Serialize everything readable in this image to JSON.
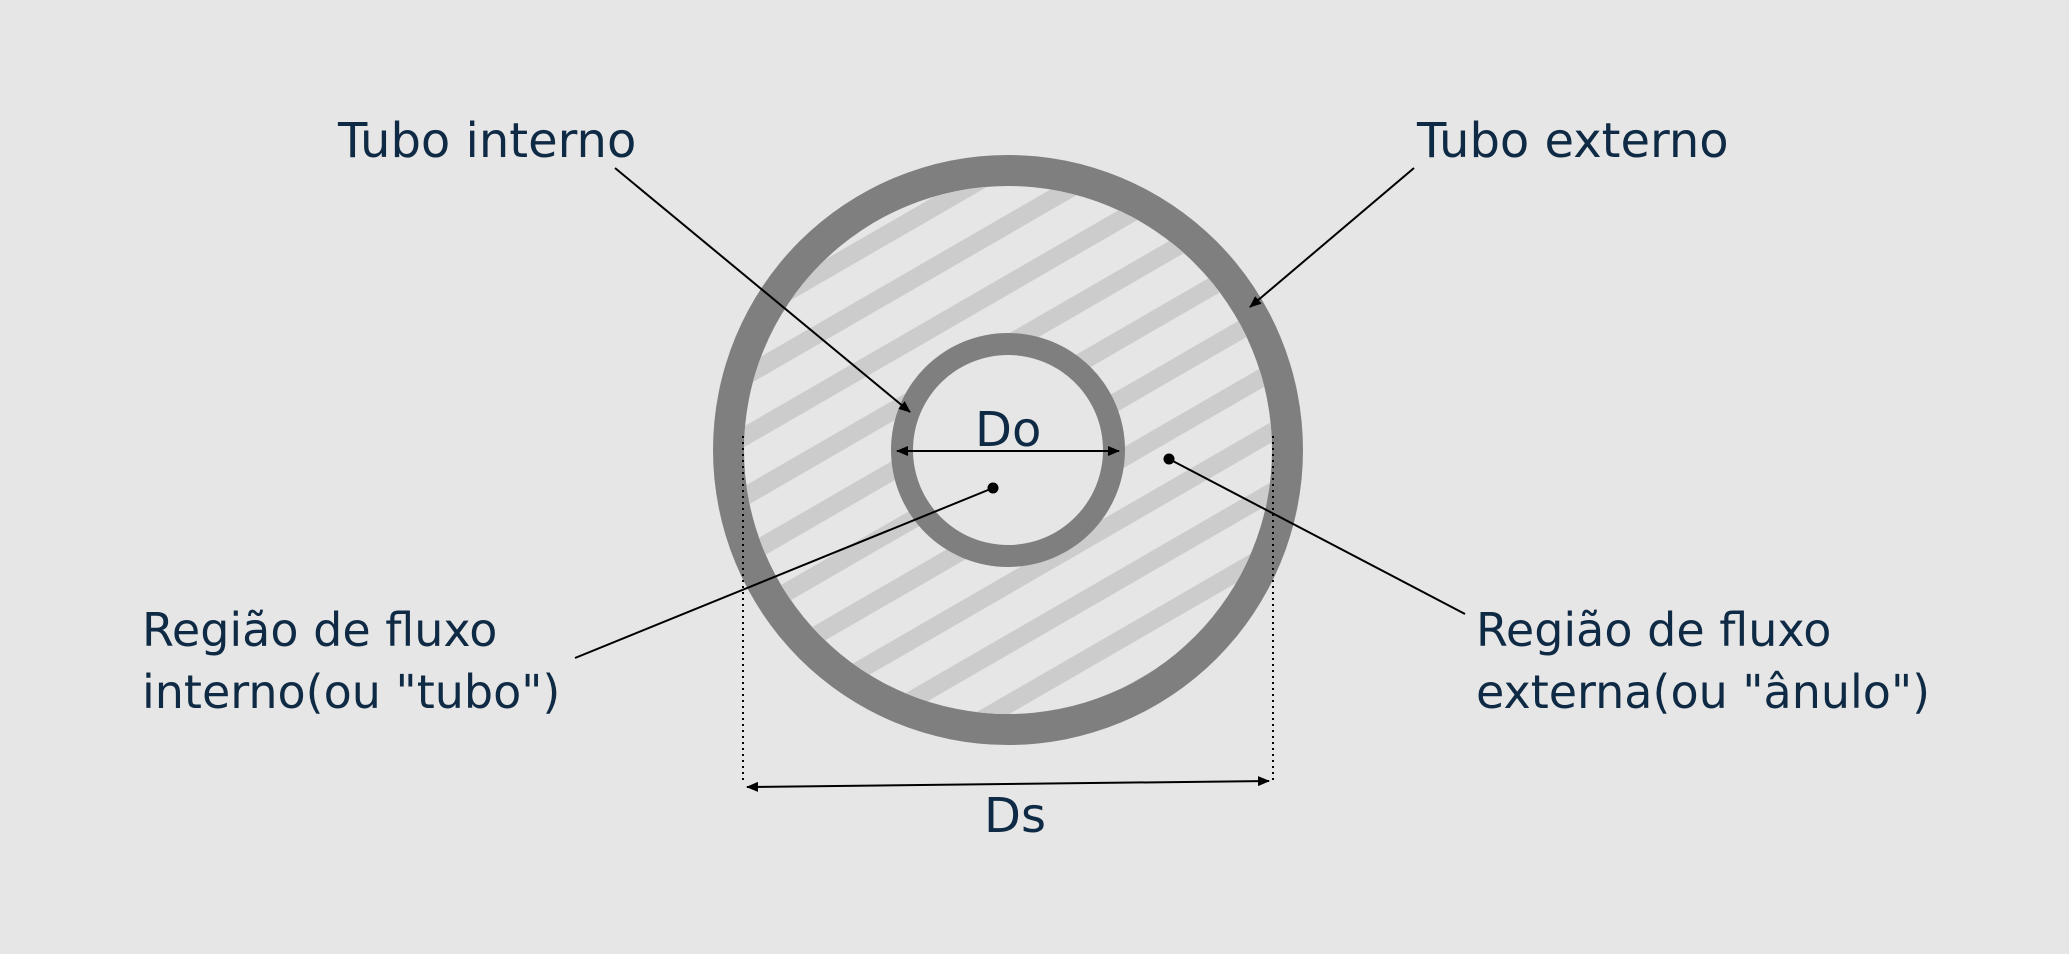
{
  "diagram": {
    "labels": {
      "tubo_interno": "Tubo interno",
      "tubo_externo": "Tubo externo",
      "regiao_interna_line1": "Região de fluxo",
      "regiao_interna_line2": "interno(ou \"tubo\")",
      "regiao_externa_line1": "Região de fluxo",
      "regiao_externa_line2": "externa(ou \"ânulo\")",
      "do": "Do",
      "ds": "Ds"
    },
    "colors": {
      "background": "#e6e6e6",
      "tube_wall": "#7f7f7f",
      "hatch": "#cccccc",
      "text": "#0f2a44",
      "line": "#000000"
    }
  }
}
